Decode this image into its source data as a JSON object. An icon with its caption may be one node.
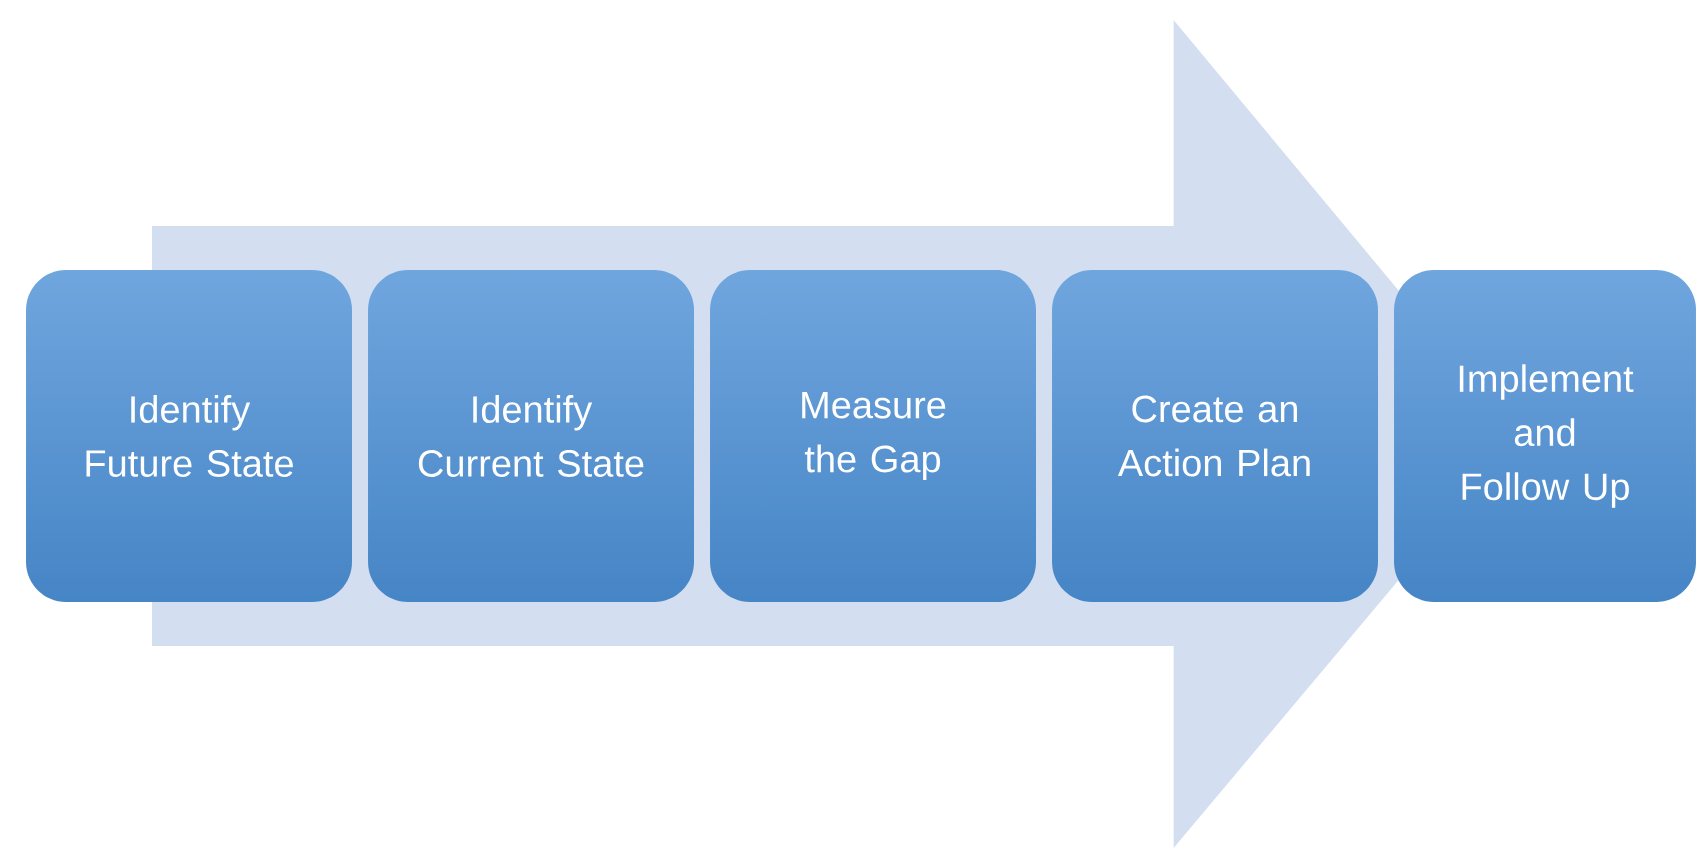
{
  "diagram": {
    "nodes": [
      {
        "text": [
          "Identify Future State"
        ]
      },
      {
        "text": [
          "Identify Current State"
        ]
      },
      {
        "text": [
          "Measure the Gap"
        ]
      },
      {
        "text": [
          "Create an Action Plan"
        ]
      },
      {
        "text": [
          "Implement and Follow Up"
        ]
      }
    ],
    "edges": [
      {
        "from": 0,
        "to": 4,
        "arrow": "to"
      }
    ]
  }
}
